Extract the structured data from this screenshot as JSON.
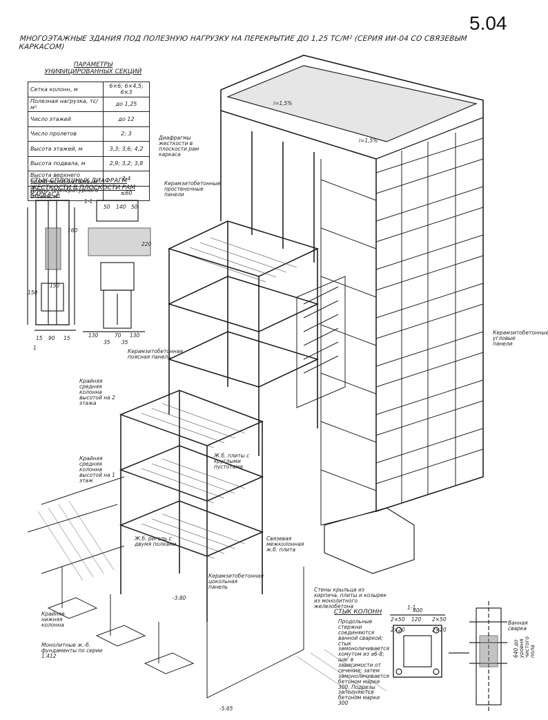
{
  "page_number": "5.04",
  "title": "МНОГОЭТАЖНЫЕ ЗДАНИЯ ПОД ПОЛЕЗНУЮ НАГРУЗКУ НА ПЕРЕКРЫТИЕ ДО 1,25 ТС/М² (СЕРИЯ ИИ-04 СО СВЯЗЕВЫМ КАРКАСОМ)",
  "params": {
    "title": "ПАРАМЕТРЫ УНИФИЦИРОВАННЫХ СЕКЦИЙ",
    "rows": [
      {
        "k": "Сетка колонн, м",
        "v": "6×6; 6×4,5; 6×3"
      },
      {
        "k": "Полезная нагрузка, тс/м²",
        "v": "до 1,25"
      },
      {
        "k": "Число этажей",
        "v": "до 12"
      },
      {
        "k": "Число пролетов",
        "v": "2; 3"
      },
      {
        "k": "Высота этажей, м",
        "v": "3,3; 3,6; 4,2"
      },
      {
        "k": "Высота подвала, м",
        "v": "2,9; 3,2; 3,8"
      },
      {
        "k": "Высота верхнего технического этажа, м",
        "v": "2,4"
      },
      {
        "k": "Длина температурного отсека, м",
        "v": "≤60"
      }
    ]
  },
  "diaphragm_joint": {
    "title": "СТЫК СПЛОШНЫХ ДИАФРАГМ ЖЕСТКОСТИ В ПЛОСКОСТИ РАМ КАРКАСА",
    "section": "1-1",
    "dims": [
      "50",
      "140",
      "50",
      "160",
      "220",
      "150",
      "150",
      "130",
      "70",
      "130",
      "35",
      "35",
      "15",
      "90",
      "15"
    ],
    "mark": "1"
  },
  "labels": {
    "diaphragms": "Диафрагмы жесткости в плоскости рам каркаса",
    "ceramsite_partition": "Керамзитобетонные простеночные панели",
    "slope1": "i=1,5%",
    "slope2": "i=1,5%",
    "belt_panel": "Керамзитобетонная поясная панель",
    "col_2floor": "Крайняя средняя колонна высотой на 2 этажа",
    "col_1floor": "Крайняя средняя колонна высотой на 1 этаж",
    "corner_panels": "Керамзитобетонные угловые панели",
    "hollow_slabs": "Ж.б. плиты с круглыми пустотами",
    "girder": "Ж.б. ригель с двумя полками",
    "tie_slab": "Связевая межколонная ж.б. плита",
    "plinth_panel": "Керамзитобетонная цокольная панель",
    "bottom_col": "Крайняя нижняя колонна",
    "foundations": "Монолитные ж.-б. фундаменты по серии 1.412",
    "porch_walls": "Стены крыльца из кирпича, плиты и козырек из монолитного железобетона",
    "level1": "-3.80",
    "level2": "-5.65"
  },
  "column_joint": {
    "title": "СТЫК КОЛОНН",
    "text": "Продольные стержни соединяются ванной сваркой; стык замоноличивается хомутом из ⌀6-8; шаг в зависимости от сечения; затем замоноличивается бетоном марки 300. Подрезы заполняются бетоном марки 300",
    "section": "1-1",
    "dims": [
      "400",
      "2×50",
      "120",
      "2×50",
      "2×20",
      "2×20"
    ],
    "weld": "Ванная сварка",
    "floor_note": "640 до уровня чистого пола"
  }
}
